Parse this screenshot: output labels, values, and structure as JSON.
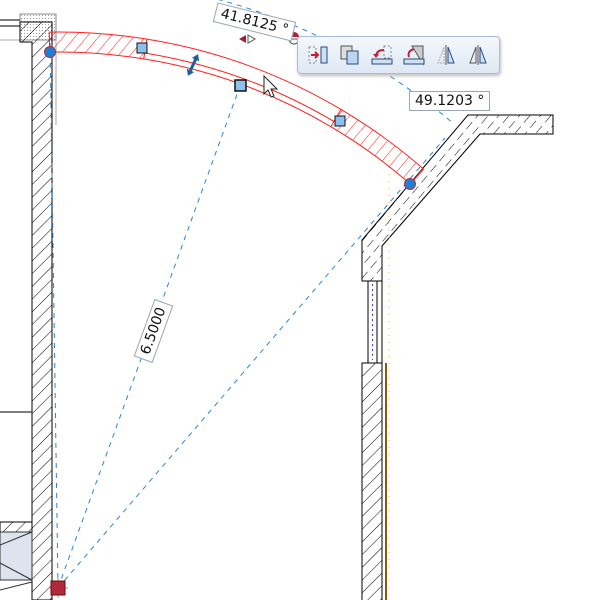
{
  "dimensions": {
    "radius": "6.5000",
    "angle_sweep": "41.8125 °",
    "angle_end": "49.1203 °"
  },
  "toolbar": {
    "buttons": [
      {
        "name": "move-to-end-icon"
      },
      {
        "name": "copy-icon"
      },
      {
        "name": "rotate-icon"
      },
      {
        "name": "rotate-align-icon"
      },
      {
        "name": "mirror-disabled-icon"
      },
      {
        "name": "mirror-icon"
      }
    ]
  },
  "colors": {
    "selection": "#ff2020",
    "grip": "#1f7fd6",
    "dimension": "#2b86d6",
    "center_marker": "#b0283a"
  }
}
